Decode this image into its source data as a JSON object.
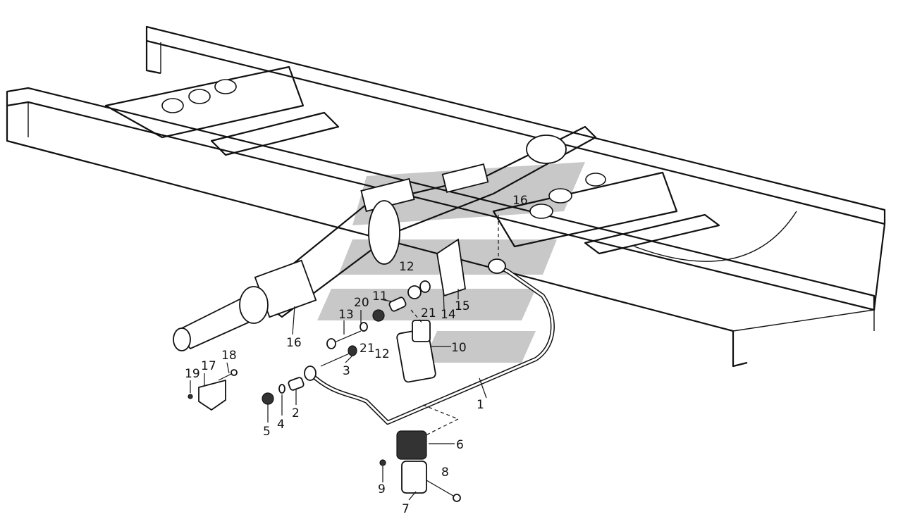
{
  "diagram": {
    "callouts": [
      {
        "id": "c1",
        "text": "1"
      },
      {
        "id": "c2",
        "text": "2"
      },
      {
        "id": "c3",
        "text": "3"
      },
      {
        "id": "c4",
        "text": "4"
      },
      {
        "id": "c5",
        "text": "5"
      },
      {
        "id": "c6",
        "text": "6"
      },
      {
        "id": "c7",
        "text": "7"
      },
      {
        "id": "c8",
        "text": "8"
      },
      {
        "id": "c9",
        "text": "9"
      },
      {
        "id": "c10",
        "text": "10"
      },
      {
        "id": "c11",
        "text": "11"
      },
      {
        "id": "c12a",
        "text": "12"
      },
      {
        "id": "c12b",
        "text": "12"
      },
      {
        "id": "c13",
        "text": "13"
      },
      {
        "id": "c14",
        "text": "14"
      },
      {
        "id": "c15",
        "text": "15"
      },
      {
        "id": "c16a",
        "text": "16"
      },
      {
        "id": "c16b",
        "text": "16"
      },
      {
        "id": "c17",
        "text": "17"
      },
      {
        "id": "c18",
        "text": "18"
      },
      {
        "id": "c19",
        "text": "19"
      },
      {
        "id": "c20",
        "text": "20"
      },
      {
        "id": "c21a",
        "text": "21"
      },
      {
        "id": "c21b",
        "text": "21"
      }
    ]
  }
}
